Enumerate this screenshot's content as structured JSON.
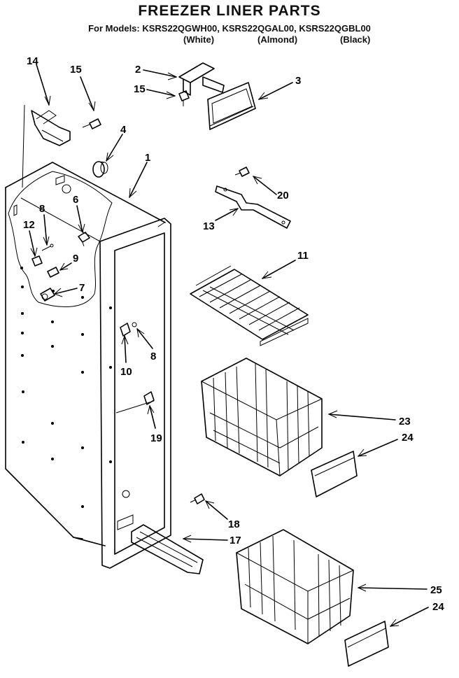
{
  "header": {
    "title": "FREEZER LINER PARTS",
    "models_line": "For Models: KSRS22QGWH00, KSRS22QGAL00, KSRS22QGBL00",
    "variants": [
      "(White)",
      "(Almond)",
      "(Black)"
    ]
  },
  "callouts": {
    "c14": "14",
    "c15a": "15",
    "c2": "2",
    "c15b": "15",
    "c3": "3",
    "c4": "4",
    "c1": "1",
    "c20": "20",
    "c13": "13",
    "c6": "6",
    "c8a": "8",
    "c12": "12",
    "c9": "9",
    "c7": "7",
    "c11": "11",
    "c10": "10",
    "c8b": "8",
    "c23": "23",
    "c24a": "24",
    "c19": "19",
    "c18": "18",
    "c17": "17",
    "c25": "25",
    "c24b": "24"
  }
}
